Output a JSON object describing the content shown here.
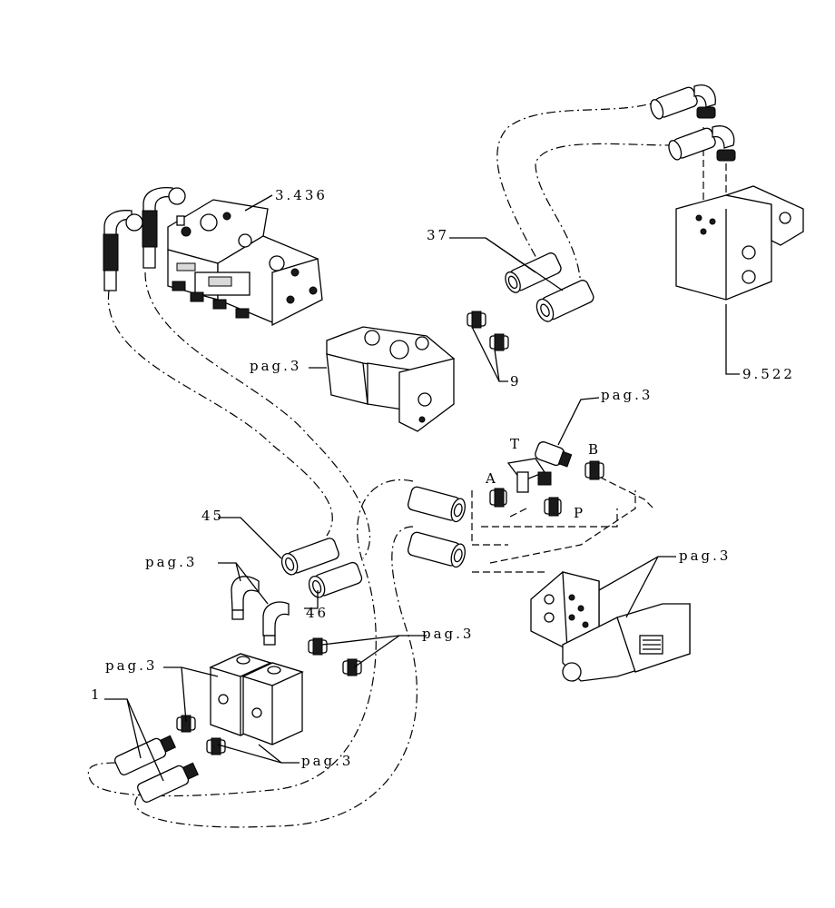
{
  "labels": {
    "ref_3436": "3.436",
    "ref_9522": "9.522",
    "item_37": "37",
    "item_9": "9",
    "item_45": "45",
    "item_46": "46",
    "item_1": "1",
    "pag_valve_block": "pag.3",
    "pag_top_right": "pag.3",
    "pag_right_unit": "pag.3",
    "pag_elbows": "pag.3",
    "pag_left_blocks": "pag.3",
    "pag_mid_fittings": "pag.3",
    "pag_bottom_fittings": "pag.3",
    "port_A": "A",
    "port_B": "B",
    "port_T": "T",
    "port_P": "P"
  }
}
